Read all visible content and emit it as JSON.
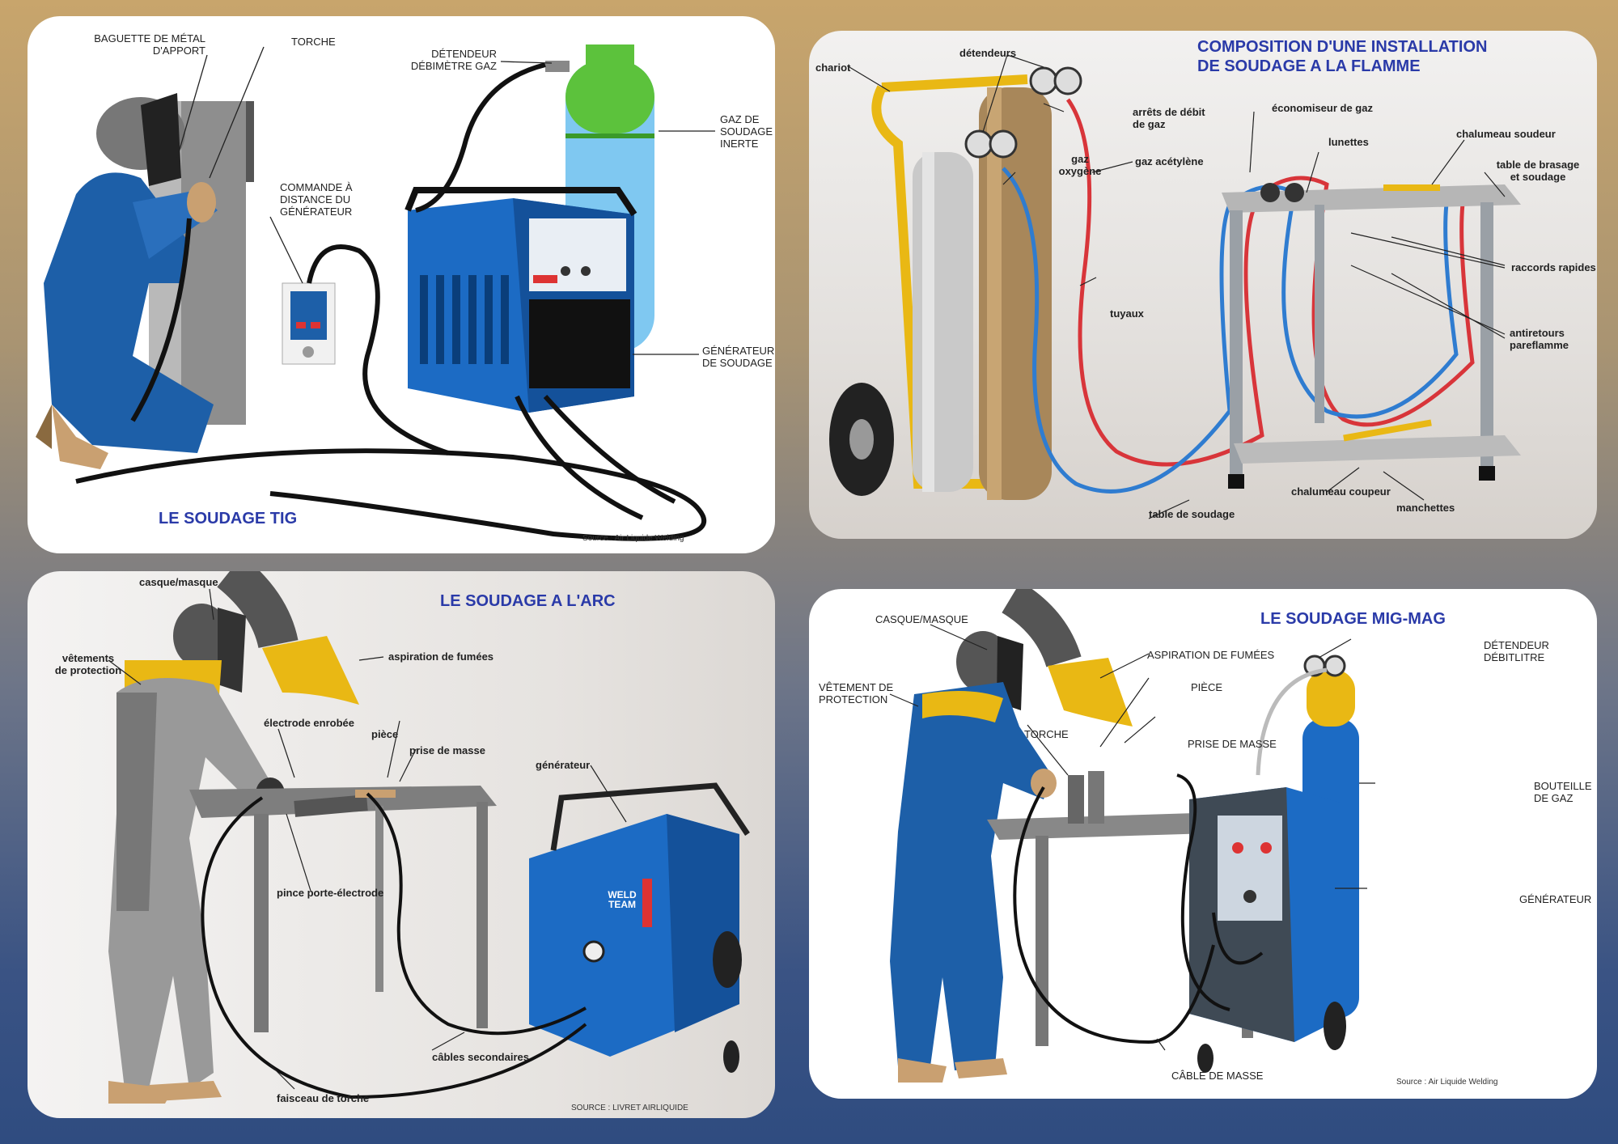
{
  "panels": {
    "tig": {
      "title": "LE SOUDAGE TIG",
      "source": "Source : Air Liquide Welding",
      "labels": {
        "baguette": "BAGUETTE DE MÉTAL\nD'APPORT",
        "torche": "TORCHE",
        "detendeur": "DÉTENDEUR\nDÉBIMÈTRE GAZ",
        "gaz": "GAZ DE\nSOUDAGE\nINERTE",
        "commande": "COMMANDE À\nDISTANCE DU\nGÉNÉRATEUR",
        "generateur": "GÉNÉRATEUR\nDE SOUDAGE"
      }
    },
    "flamme": {
      "title": "COMPOSITION D'UNE INSTALLATION\nDE SOUDAGE A LA FLAMME",
      "labels": {
        "chariot": "chariot",
        "detendeurs": "détendeurs",
        "arrets": "arrêts de débit\nde gaz",
        "gaz_oxygene": "gaz\noxygène",
        "gaz_acetylene": "gaz acétylène",
        "economiseur": "économiseur de gaz",
        "lunettes": "lunettes",
        "chalumeau_soudeur": "chalumeau soudeur",
        "table_brasage": "table de brasage\net soudage",
        "raccords": "raccords rapides",
        "antiretours": "antiretours\npareflamme",
        "tuyaux": "tuyaux",
        "chalumeau_coupeur": "chalumeau coupeur",
        "manchettes": "manchettes",
        "table_soudage": "table de soudage"
      }
    },
    "arc": {
      "title": "LE SOUDAGE A L'ARC",
      "source": "SOURCE : LIVRET AIRLIQUIDE",
      "brand": "WELD\nTEAM",
      "labels": {
        "casque": "casque/masque",
        "vetements": "vêtements\nde protection",
        "aspiration": "aspiration de fumées",
        "electrode": "électrode enrobée",
        "piece": "pièce",
        "prise": "prise de masse",
        "generateur": "générateur",
        "pince": "pince porte-électrode",
        "cables": "câbles secondaires",
        "faisceau": "faisceau de torche"
      }
    },
    "migmag": {
      "title": "LE SOUDAGE MIG-MAG",
      "source": "Source : Air Liquide Welding",
      "labels": {
        "casque": "CASQUE/MASQUE",
        "vetement": "VÊTEMENT DE\nPROTECTION",
        "aspiration": "ASPIRATION DE FUMÉES",
        "piece": "PIÈCE",
        "torche": "TORCHE",
        "prise": "PRISE DE MASSE",
        "detendeur": "DÉTENDEUR\nDÉBITLITRE",
        "bouteille": "BOUTEILLE\nDE GAZ",
        "generateur": "GÉNÉRATEUR",
        "cable": "CÂBLE DE MASSE"
      }
    }
  },
  "colors": {
    "title_blue": "#2a3aa8",
    "suit_blue": "#1d5fa8",
    "machine_blue": "#1c6bc4",
    "gas_green": "#5cc23c",
    "hose_red": "#d8353a",
    "hose_blue": "#2f7cd0",
    "yellow": "#e9b814"
  }
}
